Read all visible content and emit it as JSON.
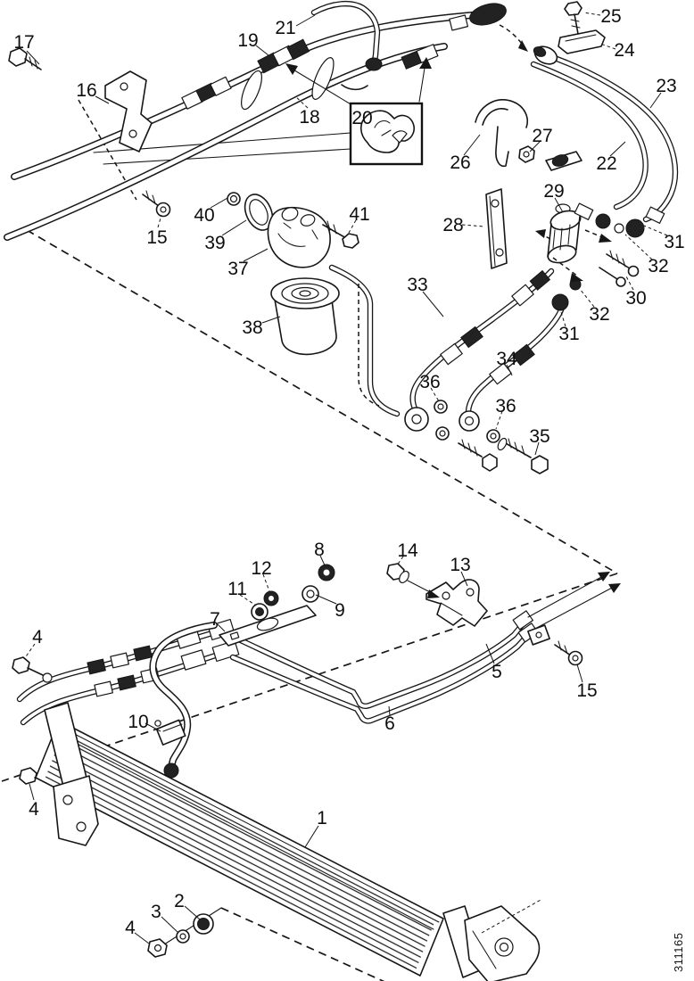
{
  "figure": {
    "doc_number": "311165"
  },
  "callouts": {
    "c1": "1",
    "c2": "2",
    "c3": "3",
    "c4a": "4",
    "c4b": "4",
    "c4c": "4",
    "c5": "5",
    "c6": "6",
    "c7": "7",
    "c8": "8",
    "c9": "9",
    "c10": "10",
    "c11": "11",
    "c12": "12",
    "c13": "13",
    "c14": "14",
    "c15a": "15",
    "c15b": "15",
    "c16": "16",
    "c17": "17",
    "c18": "18",
    "c19": "19",
    "c20": "20",
    "c21": "21",
    "c22": "22",
    "c23": "23",
    "c24": "24",
    "c25": "25",
    "c26": "26",
    "c27": "27",
    "c28": "28",
    "c29": "29",
    "c30": "30",
    "c31a": "31",
    "c31b": "31",
    "c32a": "32",
    "c32b": "32",
    "c33": "33",
    "c34": "34",
    "c35": "35",
    "c36a": "36",
    "c36b": "36",
    "c37": "37",
    "c38": "38",
    "c39": "39",
    "c40": "40",
    "c41": "41"
  }
}
